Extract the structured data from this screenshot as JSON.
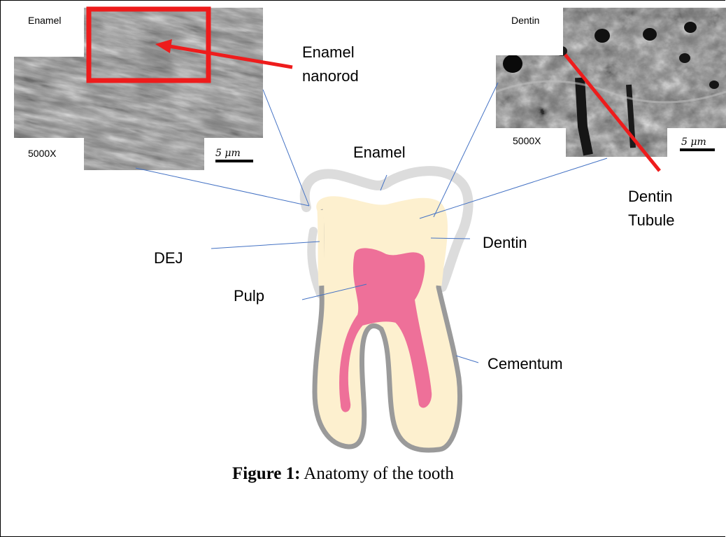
{
  "insets": {
    "left": {
      "title": "Enamel",
      "magnification": "5000X",
      "scale": "5 μm"
    },
    "right": {
      "title": "Dentin",
      "magnification": "5000X",
      "scale": "5 μm"
    }
  },
  "labels": {
    "enamel_nanorod": "Enamel\nnanorod",
    "enamel": "Enamel",
    "dentin_tubule": "Dentin\nTubule",
    "dej": "DEJ",
    "dentin": "Dentin",
    "pulp": "Pulp",
    "cementum": "Cementum"
  },
  "caption": {
    "prefix": "Figure 1:",
    "text": " Anatomy of the tooth"
  },
  "colors": {
    "dentin_fill": "#fdf0cf",
    "pulp_fill": "#ee7099",
    "cementum_stroke": "#9a9a9a",
    "enamel_outline": "#dcdcdc",
    "leader_line": "#4472c4",
    "callout": "#ee1c1c"
  }
}
